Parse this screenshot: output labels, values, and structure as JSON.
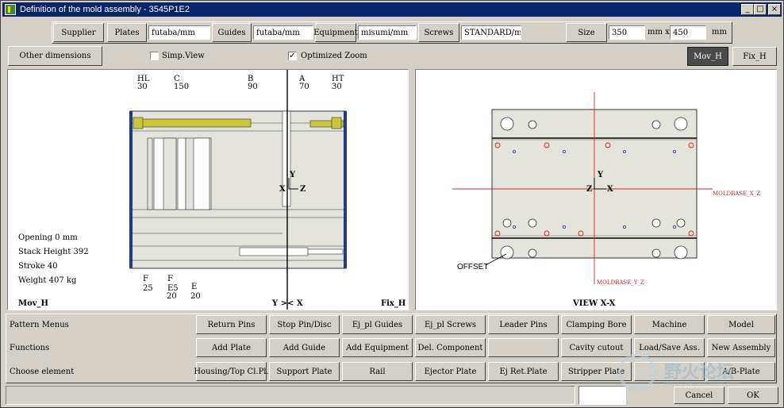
{
  "window": {
    "title": "Definition of the mold assembly - 3545P1E2"
  },
  "titlebar_buttons": {
    "minimize": "_",
    "maximize": "□",
    "close": "×"
  },
  "row1": {
    "supplier_label": "Supplier",
    "plates_label": "Plates",
    "plates_value": "futaba/mm",
    "guides_label": "Guides",
    "guides_value": "futaba/mm",
    "equipment_label": "Equipment",
    "equipment_value": "misumi/mm",
    "screws_label": "Screws",
    "screws_value": "STANDARD/mm",
    "size_label": "Size",
    "size_x_value": "350",
    "size_mm_x": "mm x",
    "size_y_value": "450",
    "size_mm": "mm"
  },
  "row2": {
    "other_dimensions_label": "Other dimensions",
    "simp_view_label": "Simp.View",
    "simp_view_checked": false,
    "optimized_zoom_label": "Optimized Zoom",
    "optimized_zoom_checked": true,
    "mov_h_label": "Mov_H",
    "fix_h_label": "Fix_H"
  },
  "left_view": {
    "top_labels": [
      {
        "name": "HL",
        "value": "30"
      },
      {
        "name": "C",
        "value": "150"
      },
      {
        "name": "B",
        "value": "90"
      },
      {
        "name": "A",
        "value": "70"
      },
      {
        "name": "HT",
        "value": "30"
      }
    ],
    "bottom_labels": [
      {
        "name": "F",
        "value": "25"
      },
      {
        "name": "E5",
        "value": "20"
      },
      {
        "name": "E",
        "value": "20"
      }
    ],
    "bottom_label_f2": "F",
    "info": {
      "opening": "Opening 0 mm",
      "stack_height": "Stack Height 392",
      "stroke": "Stroke 40",
      "weight": "Weight 407 kg"
    },
    "axis_y": "Y",
    "axis_x": "X",
    "axis_z": "Z",
    "caption_left": "Mov_H",
    "caption_center": "Y >< X",
    "caption_right": "Fix_H"
  },
  "right_view": {
    "caption": "VIEW X-X",
    "axis_y": "Y",
    "axis_x": "X",
    "axis_z": "Z",
    "offset_label": "OFFSET",
    "moldbase_xz": "MOLDBASE_X_Z",
    "moldbase_yz": "MOLDBASE_Y_Z"
  },
  "rows": [
    {
      "label": "Pattern Menus",
      "buttons": [
        "Return Pins",
        "Stop Pin/Disc",
        "Ej_pl Guides",
        "Ej_pl Screws",
        "Leader Pins",
        "Clamping Bore",
        "Machine",
        "Model"
      ]
    },
    {
      "label": "Functions",
      "buttons": [
        "Add Plate",
        "Add Guide",
        "Add Equipment",
        "Del. Component",
        "",
        "Cavity cutout",
        "Load/Save Ass.",
        "New Assembly"
      ]
    },
    {
      "label": "Choose element",
      "buttons": [
        "Housing/Top Cl.Pl.",
        "Support Plate",
        "Rail",
        "Ejector Plate",
        "Ej Ret.Plate",
        "Stripper Plate",
        "",
        "A/B-Plate"
      ]
    }
  ],
  "footer": {
    "cancel_label": "Cancel",
    "ok_label": "OK"
  },
  "watermark": {
    "text": "野火论坛",
    "url": "www.yehuowildfire.com"
  },
  "colors": {
    "title_bar": "#0a246a",
    "plate_fill": "#d8d8d0",
    "bolt_fill": "#c8c83a",
    "clamp_blue": "#1f3c8a",
    "centerline_red": "#e02020"
  }
}
